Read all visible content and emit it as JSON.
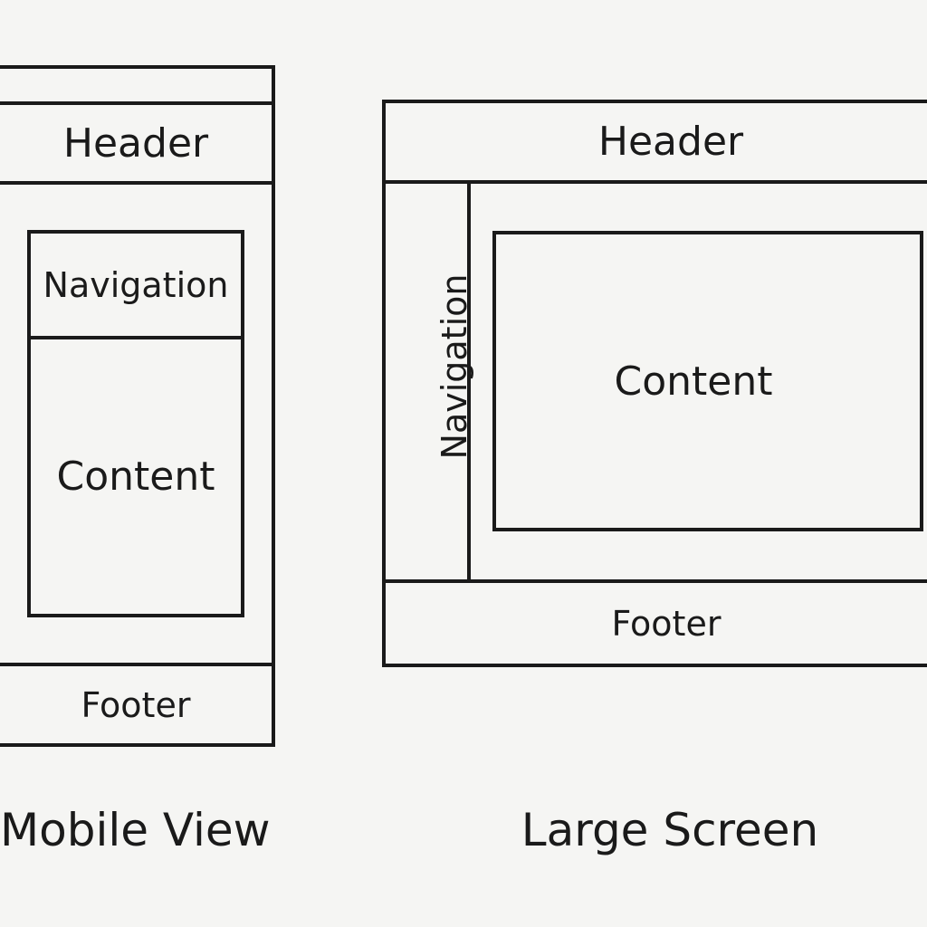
{
  "mobile": {
    "header": "Header",
    "navigation": "Navigation",
    "content": "Content",
    "footer": "Footer",
    "caption": "Mobile View"
  },
  "large": {
    "header": "Header",
    "navigation": "Navigation",
    "content": "Content",
    "footer": "Footer",
    "caption": "Large Screen"
  }
}
